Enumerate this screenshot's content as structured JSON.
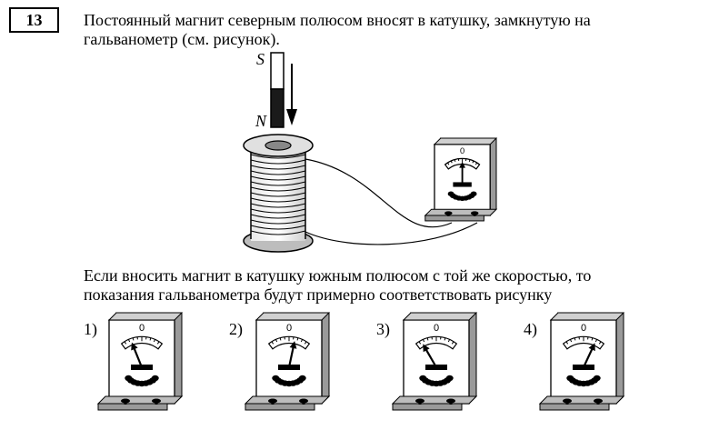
{
  "task": {
    "number": "13",
    "question_lines": [
      "Постоянный магнит северным полюсом вносят в катушку, замкнутую на",
      "гальванометр (см. рисунок)."
    ],
    "follow_lines": [
      "Если вносить магнит в катушку южным полюсом с той же скоростью, то",
      "показания гальванометра будут примерно соответствовать рисунку"
    ]
  },
  "figure": {
    "magnet_top_label": "S",
    "magnet_bottom_label": "N",
    "scale_zero": "0",
    "main_needle_angle_deg": 0,
    "icons": [
      "permanent-magnet",
      "arrow-down-icon",
      "coil",
      "galvanometer"
    ]
  },
  "options": [
    {
      "label": "1)",
      "scale_zero": "0",
      "needle_angle_deg": -22
    },
    {
      "label": "2)",
      "scale_zero": "0",
      "needle_angle_deg": 12
    },
    {
      "label": "3)",
      "scale_zero": "0",
      "needle_angle_deg": -30
    },
    {
      "label": "4)",
      "scale_zero": "0",
      "needle_angle_deg": 25
    }
  ]
}
